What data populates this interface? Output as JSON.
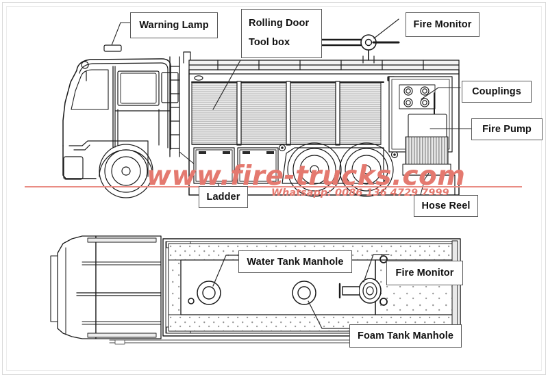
{
  "document": {
    "title": "Fire Truck Technical Drawing",
    "type": "engineering-diagram",
    "views": [
      "side-elevation",
      "top-plan"
    ]
  },
  "callouts": [
    {
      "id": "warning-lamp",
      "label": "Warning Lamp"
    },
    {
      "id": "rolling-door",
      "label": "Rolling Door"
    },
    {
      "id": "tool-box",
      "label": "Tool box"
    },
    {
      "id": "fire-monitor-top",
      "label": "Fire Monitor"
    },
    {
      "id": "couplings",
      "label": "Couplings"
    },
    {
      "id": "fire-pump",
      "label": "Fire Pump"
    },
    {
      "id": "ladder",
      "label": "Ladder"
    },
    {
      "id": "hose-reel",
      "label": "Hose Reel"
    },
    {
      "id": "water-tank-manhole",
      "label": "Water Tank Manhole"
    },
    {
      "id": "fire-monitor-plan",
      "label": "Fire Monitor"
    },
    {
      "id": "foam-tank-manhole",
      "label": "Foam Tank Manhole"
    }
  ],
  "watermark": {
    "site": "www.fire-trucks.com",
    "contact": "Whatsapp: 0086 136 4729 7999",
    "color": "#e4796f"
  },
  "colors": {
    "line": "#1a1a1a",
    "line_soft": "#4a4a4a",
    "panel_fill": "#e3e3e3",
    "panel_fill_light": "#efefef",
    "background": "#ffffff",
    "callout_border": "#585858",
    "watermark": "#e4796f"
  }
}
